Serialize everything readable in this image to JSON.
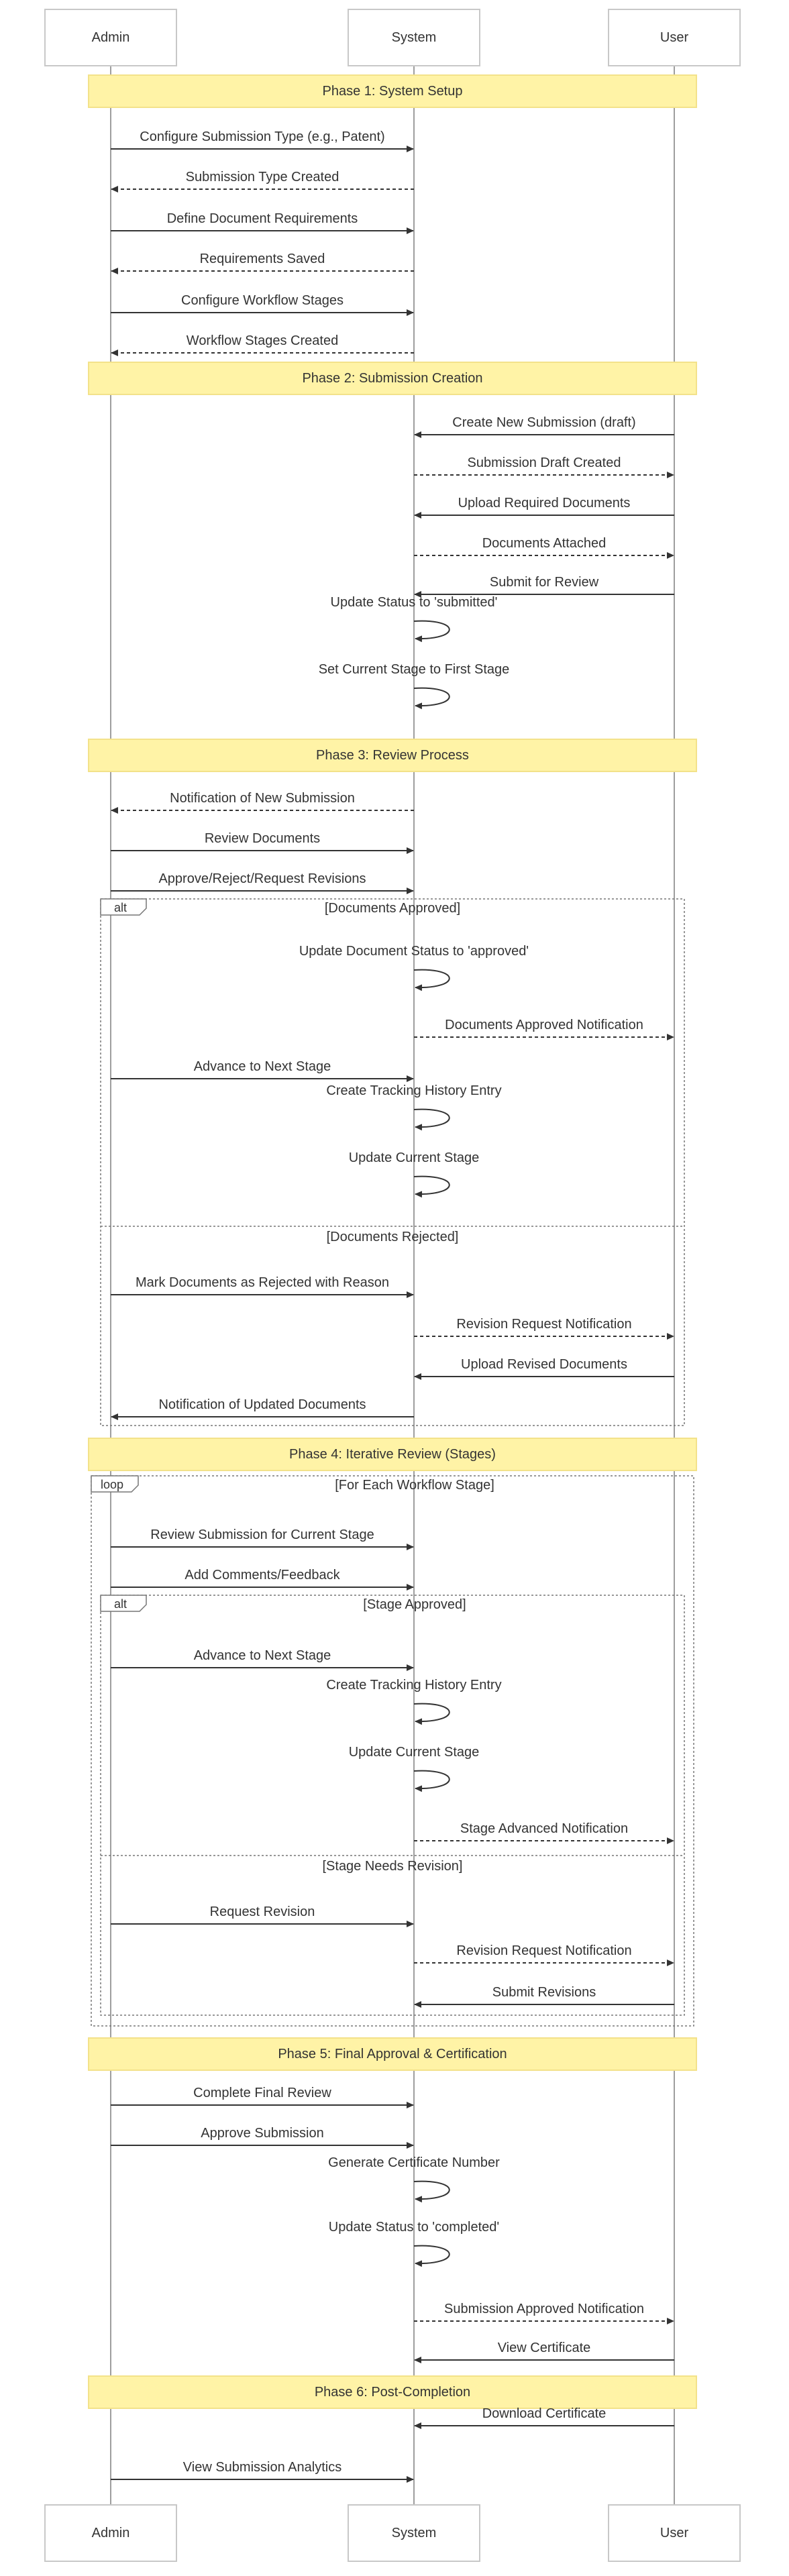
{
  "actors": [
    {
      "key": "admin",
      "label": "Admin"
    },
    {
      "key": "system",
      "label": "System"
    },
    {
      "key": "user",
      "label": "User"
    }
  ],
  "phases": [
    "Phase 1: System Setup",
    "Phase 2: Submission Creation",
    "Phase 3: Review Process",
    "Phase 4: Iterative Review (Stages)",
    "Phase 5: Final Approval & Certification",
    "Phase 6: Post-Completion"
  ],
  "messages": [
    {
      "from": "admin",
      "to": "system",
      "text": "Configure Submission Type (e.g., Patent)",
      "dashed": false
    },
    {
      "from": "system",
      "to": "admin",
      "text": "Submission Type Created",
      "dashed": true
    },
    {
      "from": "admin",
      "to": "system",
      "text": "Define Document Requirements",
      "dashed": false
    },
    {
      "from": "system",
      "to": "admin",
      "text": "Requirements Saved",
      "dashed": true
    },
    {
      "from": "admin",
      "to": "system",
      "text": "Configure Workflow Stages",
      "dashed": false
    },
    {
      "from": "system",
      "to": "admin",
      "text": "Workflow Stages Created",
      "dashed": true
    },
    {
      "from": "user",
      "to": "system",
      "text": "Create New Submission (draft)",
      "dashed": false
    },
    {
      "from": "system",
      "to": "user",
      "text": "Submission Draft Created",
      "dashed": true
    },
    {
      "from": "user",
      "to": "system",
      "text": "Upload Required Documents",
      "dashed": false
    },
    {
      "from": "system",
      "to": "user",
      "text": "Documents Attached",
      "dashed": true
    },
    {
      "from": "user",
      "to": "system",
      "text": "Submit for Review",
      "dashed": false
    },
    {
      "from": "system",
      "to": "system",
      "text": "Update Status to 'submitted'",
      "dashed": false
    },
    {
      "from": "system",
      "to": "system",
      "text": "Set Current Stage to First Stage",
      "dashed": false
    },
    {
      "from": "system",
      "to": "admin",
      "text": "Notification of New Submission",
      "dashed": true
    },
    {
      "from": "admin",
      "to": "system",
      "text": "Review Documents",
      "dashed": false
    },
    {
      "from": "admin",
      "to": "system",
      "text": "Approve/Reject/Request Revisions",
      "dashed": false
    },
    {
      "from": "system",
      "to": "system",
      "text": "Update Document Status to 'approved'",
      "dashed": false
    },
    {
      "from": "system",
      "to": "user",
      "text": "Documents Approved Notification",
      "dashed": true
    },
    {
      "from": "admin",
      "to": "system",
      "text": "Advance to Next Stage",
      "dashed": false
    },
    {
      "from": "system",
      "to": "system",
      "text": "Create Tracking History Entry",
      "dashed": false
    },
    {
      "from": "system",
      "to": "system",
      "text": "Update Current Stage",
      "dashed": false
    },
    {
      "from": "admin",
      "to": "system",
      "text": "Mark Documents as Rejected with Reason",
      "dashed": false
    },
    {
      "from": "system",
      "to": "user",
      "text": "Revision Request Notification",
      "dashed": true
    },
    {
      "from": "user",
      "to": "system",
      "text": "Upload Revised Documents",
      "dashed": false
    },
    {
      "from": "system",
      "to": "admin",
      "text": "Notification of Updated Documents",
      "dashed": false
    },
    {
      "from": "admin",
      "to": "system",
      "text": "Review Submission for Current Stage",
      "dashed": false
    },
    {
      "from": "admin",
      "to": "system",
      "text": "Add Comments/Feedback",
      "dashed": false
    },
    {
      "from": "admin",
      "to": "system",
      "text": "Advance to Next Stage",
      "dashed": false
    },
    {
      "from": "system",
      "to": "system",
      "text": "Create Tracking History Entry",
      "dashed": false
    },
    {
      "from": "system",
      "to": "system",
      "text": "Update Current Stage",
      "dashed": false
    },
    {
      "from": "system",
      "to": "user",
      "text": "Stage Advanced Notification",
      "dashed": true
    },
    {
      "from": "admin",
      "to": "system",
      "text": "Request Revision",
      "dashed": false
    },
    {
      "from": "system",
      "to": "user",
      "text": "Revision Request Notification",
      "dashed": true
    },
    {
      "from": "user",
      "to": "system",
      "text": "Submit Revisions",
      "dashed": false
    },
    {
      "from": "admin",
      "to": "system",
      "text": "Complete Final Review",
      "dashed": false
    },
    {
      "from": "admin",
      "to": "system",
      "text": "Approve Submission",
      "dashed": false
    },
    {
      "from": "system",
      "to": "system",
      "text": "Generate Certificate Number",
      "dashed": false
    },
    {
      "from": "system",
      "to": "system",
      "text": "Update Status to 'completed'",
      "dashed": false
    },
    {
      "from": "system",
      "to": "user",
      "text": "Submission Approved Notification",
      "dashed": true
    },
    {
      "from": "user",
      "to": "system",
      "text": "View Certificate",
      "dashed": false
    },
    {
      "from": "user",
      "to": "system",
      "text": "Download Certificate",
      "dashed": false
    },
    {
      "from": "admin",
      "to": "system",
      "text": "View Submission Analytics",
      "dashed": false
    }
  ],
  "frames": [
    {
      "keyword": "alt",
      "sections": [
        "[Documents Approved]",
        "[Documents Rejected]"
      ]
    },
    {
      "keyword": "loop",
      "sections": [
        "[For Each Workflow Stage]"
      ]
    },
    {
      "keyword": "alt",
      "sections": [
        "[Stage Approved]",
        "[Stage Needs Revision]"
      ]
    }
  ]
}
